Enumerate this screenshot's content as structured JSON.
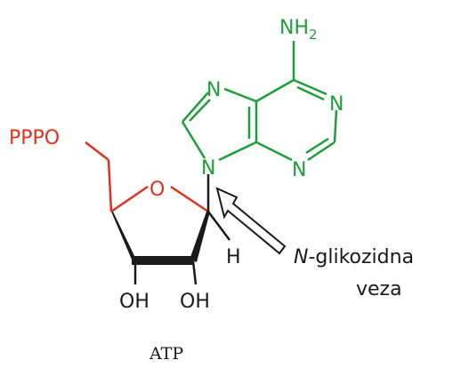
{
  "molecule": {
    "phosphate": "PPPO",
    "ring_oxygen": "O",
    "hydroxyl_left": "OH",
    "hydroxyl_right": "OH",
    "hydrogen": "H",
    "n9": "N",
    "n7": "N",
    "n1": "N",
    "n3": "N",
    "amine": "NH",
    "amine_subscript": "2"
  },
  "annotation": {
    "prefix": "N",
    "suffix": "-glikozidna",
    "line2": "veza"
  },
  "caption": "ATP",
  "colors": {
    "phosphate": "#e0301e",
    "ribose_o": "#e0301e",
    "adenine": "#1e9e3a",
    "bonds": "#1a1a1a",
    "text": "#1a1a1a"
  }
}
